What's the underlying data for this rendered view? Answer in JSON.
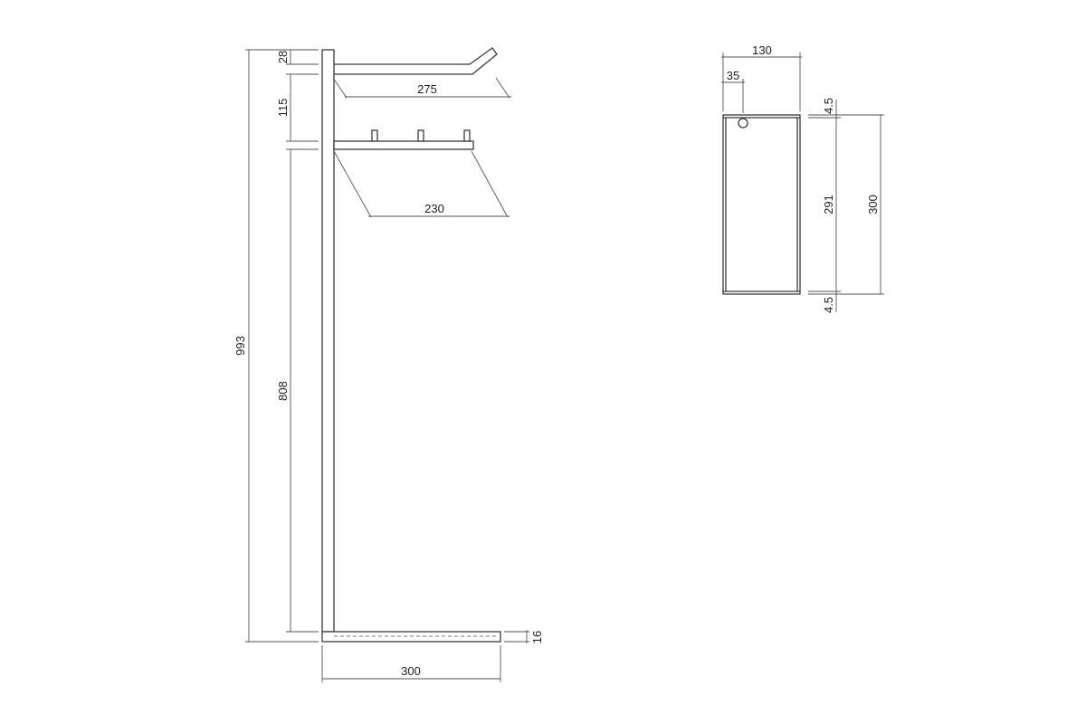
{
  "front_view": {
    "dim_total_height": "993",
    "dim_top_offset": "28",
    "dim_arm_gap": "115",
    "dim_lower_height": "808",
    "dim_upper_arm_length": "275",
    "dim_lower_arm_length": "230",
    "dim_base_length": "300",
    "dim_base_thickness": "16"
  },
  "side_view": {
    "dim_width": "130",
    "dim_hole_offset": "35",
    "dim_top_plate": "4.5",
    "dim_inner_height": "291",
    "dim_outer_height": "300",
    "dim_bottom_plate": "4.5"
  }
}
